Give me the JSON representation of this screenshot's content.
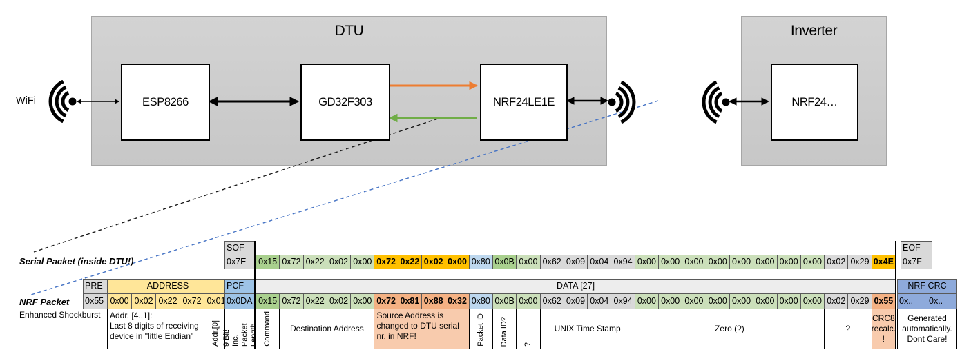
{
  "diagram": {
    "wifi_label": "WiFi",
    "dtu": {
      "title": "DTU",
      "chips": [
        "ESP8266",
        "GD32F303",
        "NRF24LE1E"
      ]
    },
    "inverter": {
      "title": "Inverter",
      "chip": "NRF24…"
    }
  },
  "palette": {
    "g": "#D9D9D9",
    "h": "#EDEDED",
    "lg": "#CBDFBA",
    "mg": "#A9D08E",
    "gold": "#FFC000",
    "bl": "#BDD7EE",
    "y": "#FFE699",
    "pb": "#9DC3E6",
    "crc": "#8EAADB",
    "sal": "#F4B183",
    "sal2": "#F8CBAD",
    "w": "#FFFFFF",
    "orange_arrow": "#ED7D31",
    "green_arrow": "#70AD47",
    "blue_dashed": "#4472C4",
    "black_dashed": "#1A1A1A"
  },
  "serial_packet": {
    "label": "Serial Packet (inside DTU!)",
    "sof": {
      "header": "SOF",
      "value": "0x7E"
    },
    "eof": {
      "header": "EOF",
      "value": "0x7F"
    },
    "bytes": [
      {
        "t": "0x15",
        "c": "mg"
      },
      {
        "t": "0x72",
        "c": "lg"
      },
      {
        "t": "0x22",
        "c": "lg"
      },
      {
        "t": "0x02",
        "c": "lg"
      },
      {
        "t": "0x00",
        "c": "lg"
      },
      {
        "t": "0x72",
        "c": "gold",
        "b": true
      },
      {
        "t": "0x22",
        "c": "gold",
        "b": true
      },
      {
        "t": "0x02",
        "c": "gold",
        "b": true
      },
      {
        "t": "0x00",
        "c": "gold",
        "b": true
      },
      {
        "t": "0x80",
        "c": "bl"
      },
      {
        "t": "0x0B",
        "c": "mg"
      },
      {
        "t": "0x00",
        "c": "lg"
      },
      {
        "t": "0x62",
        "c": "g"
      },
      {
        "t": "0x09",
        "c": "g"
      },
      {
        "t": "0x04",
        "c": "g"
      },
      {
        "t": "0x94",
        "c": "g"
      },
      {
        "t": "0x00",
        "c": "lg"
      },
      {
        "t": "0x00",
        "c": "lg"
      },
      {
        "t": "0x00",
        "c": "lg"
      },
      {
        "t": "0x00",
        "c": "lg"
      },
      {
        "t": "0x00",
        "c": "lg"
      },
      {
        "t": "0x00",
        "c": "lg"
      },
      {
        "t": "0x00",
        "c": "lg"
      },
      {
        "t": "0x00",
        "c": "lg"
      },
      {
        "t": "0x02",
        "c": "g"
      },
      {
        "t": "0x29",
        "c": "g"
      },
      {
        "t": "0x4E",
        "c": "gold",
        "b": true
      }
    ]
  },
  "nrf_packet": {
    "label": "NRF Packet",
    "sublabel": "Enhanced Shockburst",
    "pre": {
      "header": "PRE",
      "value": "0x55"
    },
    "address": {
      "header": "ADDRESS",
      "values": [
        "0x00",
        "0x02",
        "0x22",
        "0x72",
        "0x01"
      ]
    },
    "pcf": {
      "header": "PCF",
      "value": "0x0DA"
    },
    "data_header": "DATA [27]",
    "crc": {
      "header": "NRF CRC",
      "values": [
        "0x..",
        "0x.."
      ]
    },
    "bytes": [
      {
        "t": "0x15",
        "c": "mg"
      },
      {
        "t": "0x72",
        "c": "lg"
      },
      {
        "t": "0x22",
        "c": "lg"
      },
      {
        "t": "0x02",
        "c": "lg"
      },
      {
        "t": "0x00",
        "c": "lg"
      },
      {
        "t": "0x72",
        "c": "sal",
        "b": true
      },
      {
        "t": "0x81",
        "c": "sal",
        "b": true
      },
      {
        "t": "0x88",
        "c": "sal",
        "b": true
      },
      {
        "t": "0x32",
        "c": "sal",
        "b": true
      },
      {
        "t": "0x80",
        "c": "bl"
      },
      {
        "t": "0x0B",
        "c": "lg"
      },
      {
        "t": "0x00",
        "c": "lg"
      },
      {
        "t": "0x62",
        "c": "g"
      },
      {
        "t": "0x09",
        "c": "g"
      },
      {
        "t": "0x04",
        "c": "g"
      },
      {
        "t": "0x94",
        "c": "g"
      },
      {
        "t": "0x00",
        "c": "lg"
      },
      {
        "t": "0x00",
        "c": "lg"
      },
      {
        "t": "0x00",
        "c": "lg"
      },
      {
        "t": "0x00",
        "c": "lg"
      },
      {
        "t": "0x00",
        "c": "lg"
      },
      {
        "t": "0x00",
        "c": "lg"
      },
      {
        "t": "0x00",
        "c": "lg"
      },
      {
        "t": "0x00",
        "c": "lg"
      },
      {
        "t": "0x02",
        "c": "g"
      },
      {
        "t": "0x29",
        "c": "g"
      },
      {
        "t": "0x55",
        "c": "sal",
        "b": true
      }
    ]
  },
  "annotations": [
    {
      "text": "Addr. [4..1]:\nLast 8 digits of receiving\ndevice in \"little Endian\"",
      "zone": "addr_4_1",
      "align": "left"
    },
    {
      "text": "Addr.[0]",
      "zone": "addr_0",
      "rot": true
    },
    {
      "text": "9 Bit!\nInc. Packet\nLength",
      "zone": "pcf",
      "rot": true
    },
    {
      "text": "Command",
      "from": 0,
      "to": 0,
      "rot": true
    },
    {
      "text": "Destination Address",
      "from": 1,
      "to": 4,
      "align": "center"
    },
    {
      "text": "Source Address is\nchanged to DTU serial\nnr. in NRF!",
      "from": 5,
      "to": 8,
      "bg": "sal2",
      "align": "left"
    },
    {
      "text": "Packet ID",
      "from": 9,
      "to": 9,
      "rot": true
    },
    {
      "text": "Data ID?",
      "from": 10,
      "to": 10,
      "rot": true
    },
    {
      "text": "?",
      "from": 11,
      "to": 11,
      "rot": true
    },
    {
      "text": "UNIX Time Stamp",
      "from": 12,
      "to": 15,
      "align": "center"
    },
    {
      "text": "Zero (?)",
      "from": 16,
      "to": 23,
      "align": "center"
    },
    {
      "text": "?",
      "from": 24,
      "to": 25,
      "align": "center"
    },
    {
      "text": "CRC8\nrecalc.\n!",
      "from": 26,
      "to": 26,
      "bg": "sal2",
      "align": "center"
    },
    {
      "text": "Generated\nautomatically.\nDont Care!",
      "zone": "crc",
      "align": "center"
    }
  ]
}
